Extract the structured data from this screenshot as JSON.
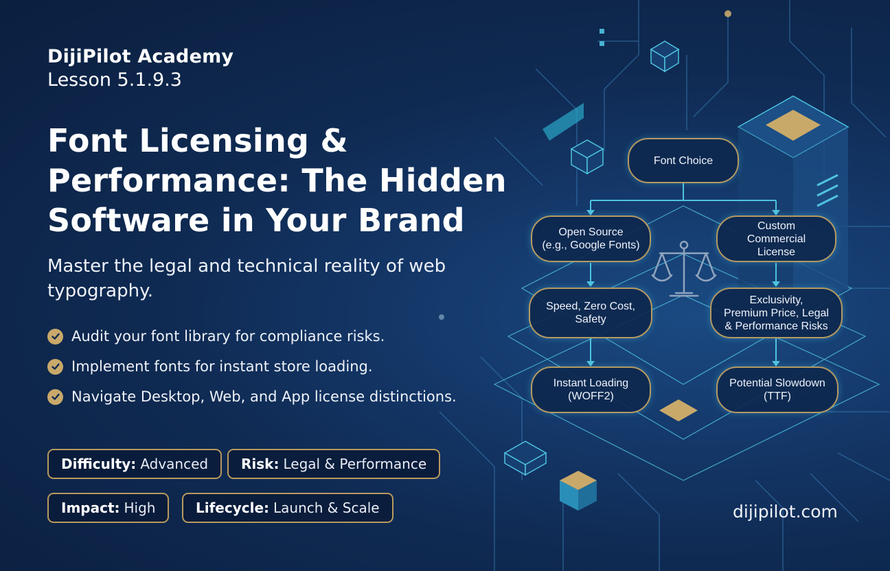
{
  "header": {
    "academy": "DijiPilot Academy",
    "lesson": "Lesson 5.1.9.3"
  },
  "title": "Font Licensing & Performance: The Hidden Software in Your Brand",
  "subtitle": "Master the legal and technical reality of web typography.",
  "bullets": [
    "Audit your font library for compliance risks.",
    "Implement fonts for instant store loading.",
    "Navigate Desktop, Web, and App license distinctions."
  ],
  "tags": {
    "difficulty": {
      "label": "Difficulty:",
      "value": "Advanced"
    },
    "risk": {
      "label": "Risk:",
      "value": "Legal & Performance"
    },
    "impact": {
      "label": "Impact:",
      "value": "High"
    },
    "lifecycle": {
      "label": "Lifecycle:",
      "value": "Launch & Scale"
    }
  },
  "website": "dijipilot.com",
  "flow": {
    "root": "Font Choice",
    "left": [
      "Open Source\n(e.g., Google Fonts)",
      "Speed, Zero Cost,\nSafety",
      "Instant Loading\n(WOFF2)"
    ],
    "right": [
      "Custom\nCommercial\nLicense",
      "Exclusivity,\nPremium Price, Legal\n& Performance Risks",
      "Potential Slowdown\n(TTF)"
    ]
  },
  "colors": {
    "accent_gold": "#c9a96a",
    "circuit_cyan": "#4fc3e0",
    "background": "#0f2a52"
  },
  "icons": [
    "check-icon",
    "balance-scale-icon"
  ]
}
